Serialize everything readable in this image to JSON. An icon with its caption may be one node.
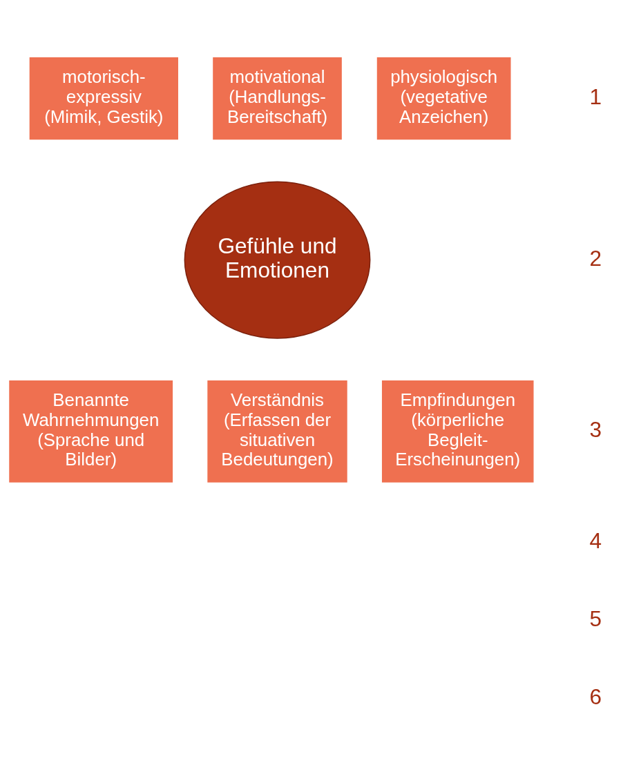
{
  "diagram": {
    "nodes": [
      {
        "text": [
          "Gefühle und Emotionen"
        ]
      },
      {
        "text": [
          "motorisch- expressiv (Mimik, Gestik)"
        ]
      },
      {
        "text": [
          "motivational (Handlungs- Bereitschaft)"
        ]
      },
      {
        "text": [
          "physiologisch (vegetative Anzeichen)"
        ]
      },
      {
        "text": [
          "Empfindungen (körperliche Begleit- Erscheinungen)"
        ]
      },
      {
        "text": [
          "Verständnis (Erfassen der situativen Bedeutungen)"
        ]
      },
      {
        "text": [
          "Benannte Wahrnehmungen (Sprache und Bilder)"
        ]
      }
    ],
    "edges": [],
    "labels": [
      "1",
      "2",
      "3",
      "4",
      "5",
      "6"
    ]
  }
}
